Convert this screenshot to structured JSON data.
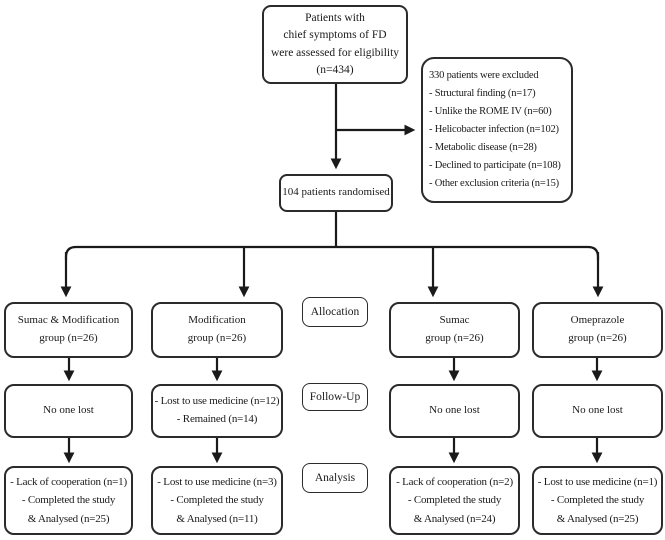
{
  "diagram": {
    "eligibility_box": {
      "lines": [
        "Patients with",
        "chief symptoms of FD",
        "were assessed for eligibility",
        "(n=434)"
      ]
    },
    "excluded_box": {
      "title": "330 patients were excluded",
      "items": [
        "- Structural finding (n=17)",
        "- Unlike the ROME IV (n=60)",
        "- Helicobacter infection (n=102)",
        "- Metabolic disease (n=28)",
        "- Declined to participate (n=108)",
        "- Other exclusion criteria (n=15)"
      ]
    },
    "randomised_box": {
      "label": "104 patients randomised"
    },
    "stages": [
      {
        "label": "Allocation"
      },
      {
        "label": "Follow-Up"
      },
      {
        "label": "Analysis"
      }
    ],
    "columns": [
      {
        "allocation": [
          "Sumac & Modification",
          "group (n=26)"
        ],
        "followup": [
          "No one lost"
        ],
        "analysis": [
          "- Lack of cooperation (n=1)",
          "- Completed the study",
          "& Analysed (n=25)"
        ]
      },
      {
        "allocation": [
          "Modification",
          "group (n=26)"
        ],
        "followup": [
          "- Lost to use medicine (n=12)",
          "- Remained (n=14)"
        ],
        "analysis": [
          "- Lost to use medicine (n=3)",
          "- Completed the study",
          "& Analysed (n=11)"
        ]
      },
      {
        "allocation": [
          "Sumac",
          "group (n=26)"
        ],
        "followup": [
          "No one lost"
        ],
        "analysis": [
          "- Lack of cooperation (n=2)",
          "- Completed the study",
          "& Analysed (n=24)"
        ]
      },
      {
        "allocation": [
          "Omeprazole",
          "group (n=26)"
        ],
        "followup": [
          "No one lost"
        ],
        "analysis": [
          "- Lost to use medicine (n=1)",
          "- Completed the study",
          "& Analysed (n=25)"
        ]
      }
    ],
    "colors": {
      "line": "#1a1a1a",
      "border": "#2b2b2b",
      "text": "#1a1a1a",
      "background": "#ffffff"
    }
  }
}
